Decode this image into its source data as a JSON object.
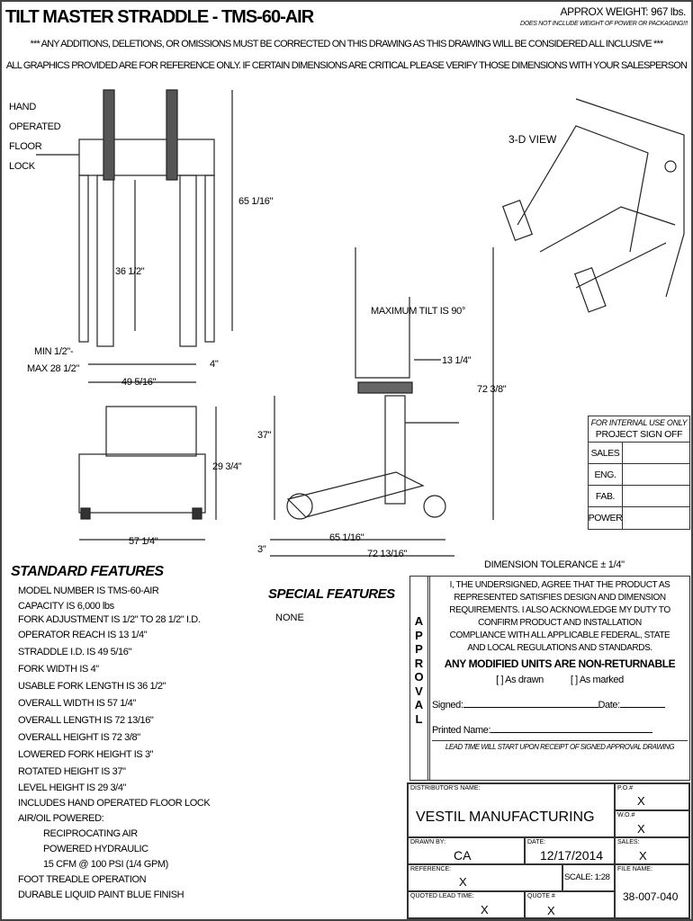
{
  "header": {
    "title": "TILT MASTER STRADDLE - TMS-60-AIR",
    "weight": "APPROX WEIGHT: 967 lbs.",
    "weight_note": "DOES NOT INCLUDE WEIGHT OF POWER OR PACKAGING!!!",
    "notice1": "*** ANY ADDITIONS, DELETIONS, OR OMISSIONS MUST BE CORRECTED ON THIS DRAWING AS THIS DRAWING WILL BE CONSIDERED ALL INCLUSIVE ***",
    "notice2": "ALL GRAPHICS PROVIDED ARE FOR REFERENCE ONLY. IF CERTAIN DIMENSIONS ARE CRITICAL PLEASE VERIFY THOSE DIMENSIONS WITH YOUR SALESPERSON"
  },
  "drawing": {
    "floor_lock_label": [
      "HAND",
      "OPERATED",
      "FLOOR",
      "LOCK"
    ],
    "view_3d": "3-D VIEW",
    "max_tilt": "MAXIMUM TILT IS 90°",
    "dims": {
      "height_front": "65 1/16\"",
      "fork_length": "36 1/2\"",
      "min": "MIN 1/2\"-",
      "max": "MAX 28 1/2\"",
      "fork_width": "4\"",
      "straddle": "49 5/16\"",
      "level_height": "29 3/4\"",
      "overall_width": "57 1/4\"",
      "rotated_height": "37\"",
      "lowered": "3\"",
      "base_length": "65 1/16\"",
      "overall_length": "72 13/16\"",
      "reach": "13 1/4\"",
      "overall_height": "72 3/8\""
    }
  },
  "tolerance": "DIMENSION TOLERANCE ± 1/4\"",
  "signoff": {
    "header1": "FOR INTERNAL USE ONLY",
    "header2": "PROJECT SIGN OFF",
    "rows": [
      "SALES",
      "ENG.",
      "FAB.",
      "POWER"
    ]
  },
  "standard_features": {
    "heading": "STANDARD FEATURES",
    "items": [
      "MODEL NUMBER IS TMS-60-AIR",
      "CAPACITY IS 6,000 lbs",
      "FORK ADJUSTMENT IS 1/2\" TO 28 1/2\" I.D.",
      "OPERATOR REACH IS  13 1/4\"",
      "STRADDLE I.D. IS  49 5/16\"",
      "FORK WIDTH IS  4\"",
      "USABLE FORK LENGTH IS  36 1/2\"",
      "OVERALL WIDTH IS  57 1/4\"",
      "OVERALL LENGTH IS  72 13/16\"",
      "OVERALL HEIGHT IS  72 3/8\"",
      "LOWERED FORK HEIGHT IS  3\"",
      "ROTATED HEIGHT IS  37\"",
      "LEVEL HEIGHT IS  29 3/4\"",
      "INCLUDES HAND OPERATED FLOOR LOCK",
      "AIR/OIL POWERED:"
    ],
    "sub_items": [
      "RECIPROCATING AIR",
      "POWERED HYDRAULIC",
      "15 CFM @ 100 PSI (1/4 GPM)"
    ],
    "tail_items": [
      "FOOT TREADLE OPERATION",
      "DURABLE LIQUID PAINT BLUE FINISH"
    ]
  },
  "special_features": {
    "heading": "SPECIAL FEATURES",
    "value": "NONE"
  },
  "approval": {
    "side": "APPROVAL",
    "text": [
      "I, THE UNDERSIGNED, AGREE THAT THE PRODUCT AS",
      "REPRESENTED SATISFIES DESIGN AND DIMENSION",
      "REQUIREMENTS.  I ALSO ACKNOWLEDGE MY DUTY TO",
      "CONFIRM PRODUCT AND INSTALLATION",
      "COMPLIANCE WITH ALL APPLICABLE FEDERAL, STATE",
      "AND LOCAL REGULATIONS AND STANDARDS."
    ],
    "warning": "ANY MODIFIED UNITS ARE NON-RETURNABLE",
    "as_drawn": "[   ] As drawn",
    "as_marked": "[   ] As marked",
    "signed": "Signed:",
    "date": "Date:",
    "printed_name": "Printed Name:",
    "lead_note": "LEAD TIME WILL START UPON RECEIPT OF SIGNED APPROVAL DRAWING"
  },
  "title_block": {
    "distributor_label": "DISTRIBUTOR'S NAME:",
    "distributor": "VESTIL MANUFACTURING",
    "po_label": "P.O.#",
    "po": "X",
    "wo_label": "W.O.#",
    "wo": "X",
    "drawn_by_label": "DRAWN BY:",
    "drawn_by": "CA",
    "date_label": "DATE:",
    "date": "12/17/2014",
    "sales_label": "SALES:",
    "sales": "X",
    "reference_label": "REFERENCE:",
    "reference": "X",
    "scale": "SCALE: 1:28",
    "file_label": "FILE NAME:",
    "file": "38-007-040",
    "lead_label": "QUOTED LEAD TIME:",
    "lead": "X",
    "quote_label": "QUOTE #",
    "quote": "X"
  }
}
